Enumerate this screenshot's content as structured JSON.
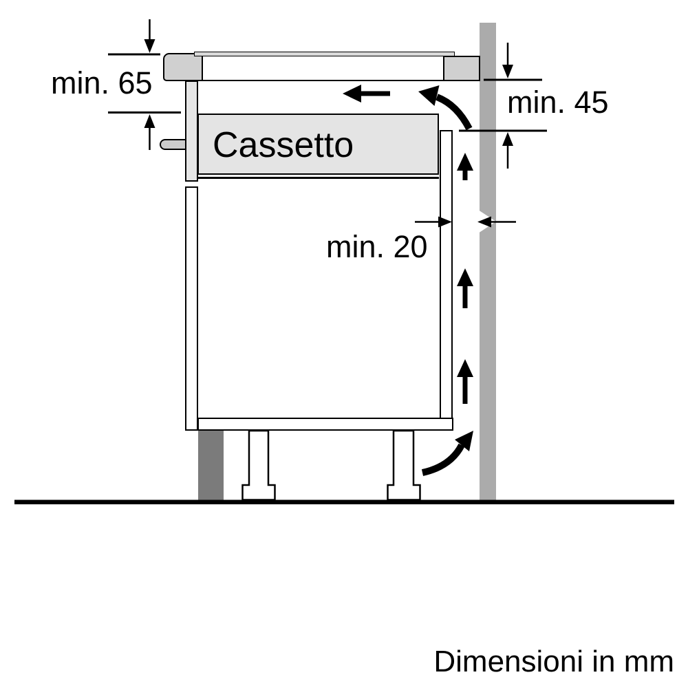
{
  "diagram": {
    "title_note": "appliance installation side-view diagram",
    "labels": {
      "min65": "min. 65",
      "min45": "min. 45",
      "min20": "min. 20",
      "drawer": "Cassetto",
      "footer": "Dimensioni in mm"
    },
    "colors": {
      "wall": "#ababab",
      "worktop": "#d0d0d0",
      "drawer_fill": "#e4e4e4",
      "panel_fill": "#e6e6e6",
      "handle_fill": "#cccccc",
      "glass_fill": "#d9d9d9",
      "plinth": "#7b7b7b",
      "line": "#000000"
    }
  }
}
